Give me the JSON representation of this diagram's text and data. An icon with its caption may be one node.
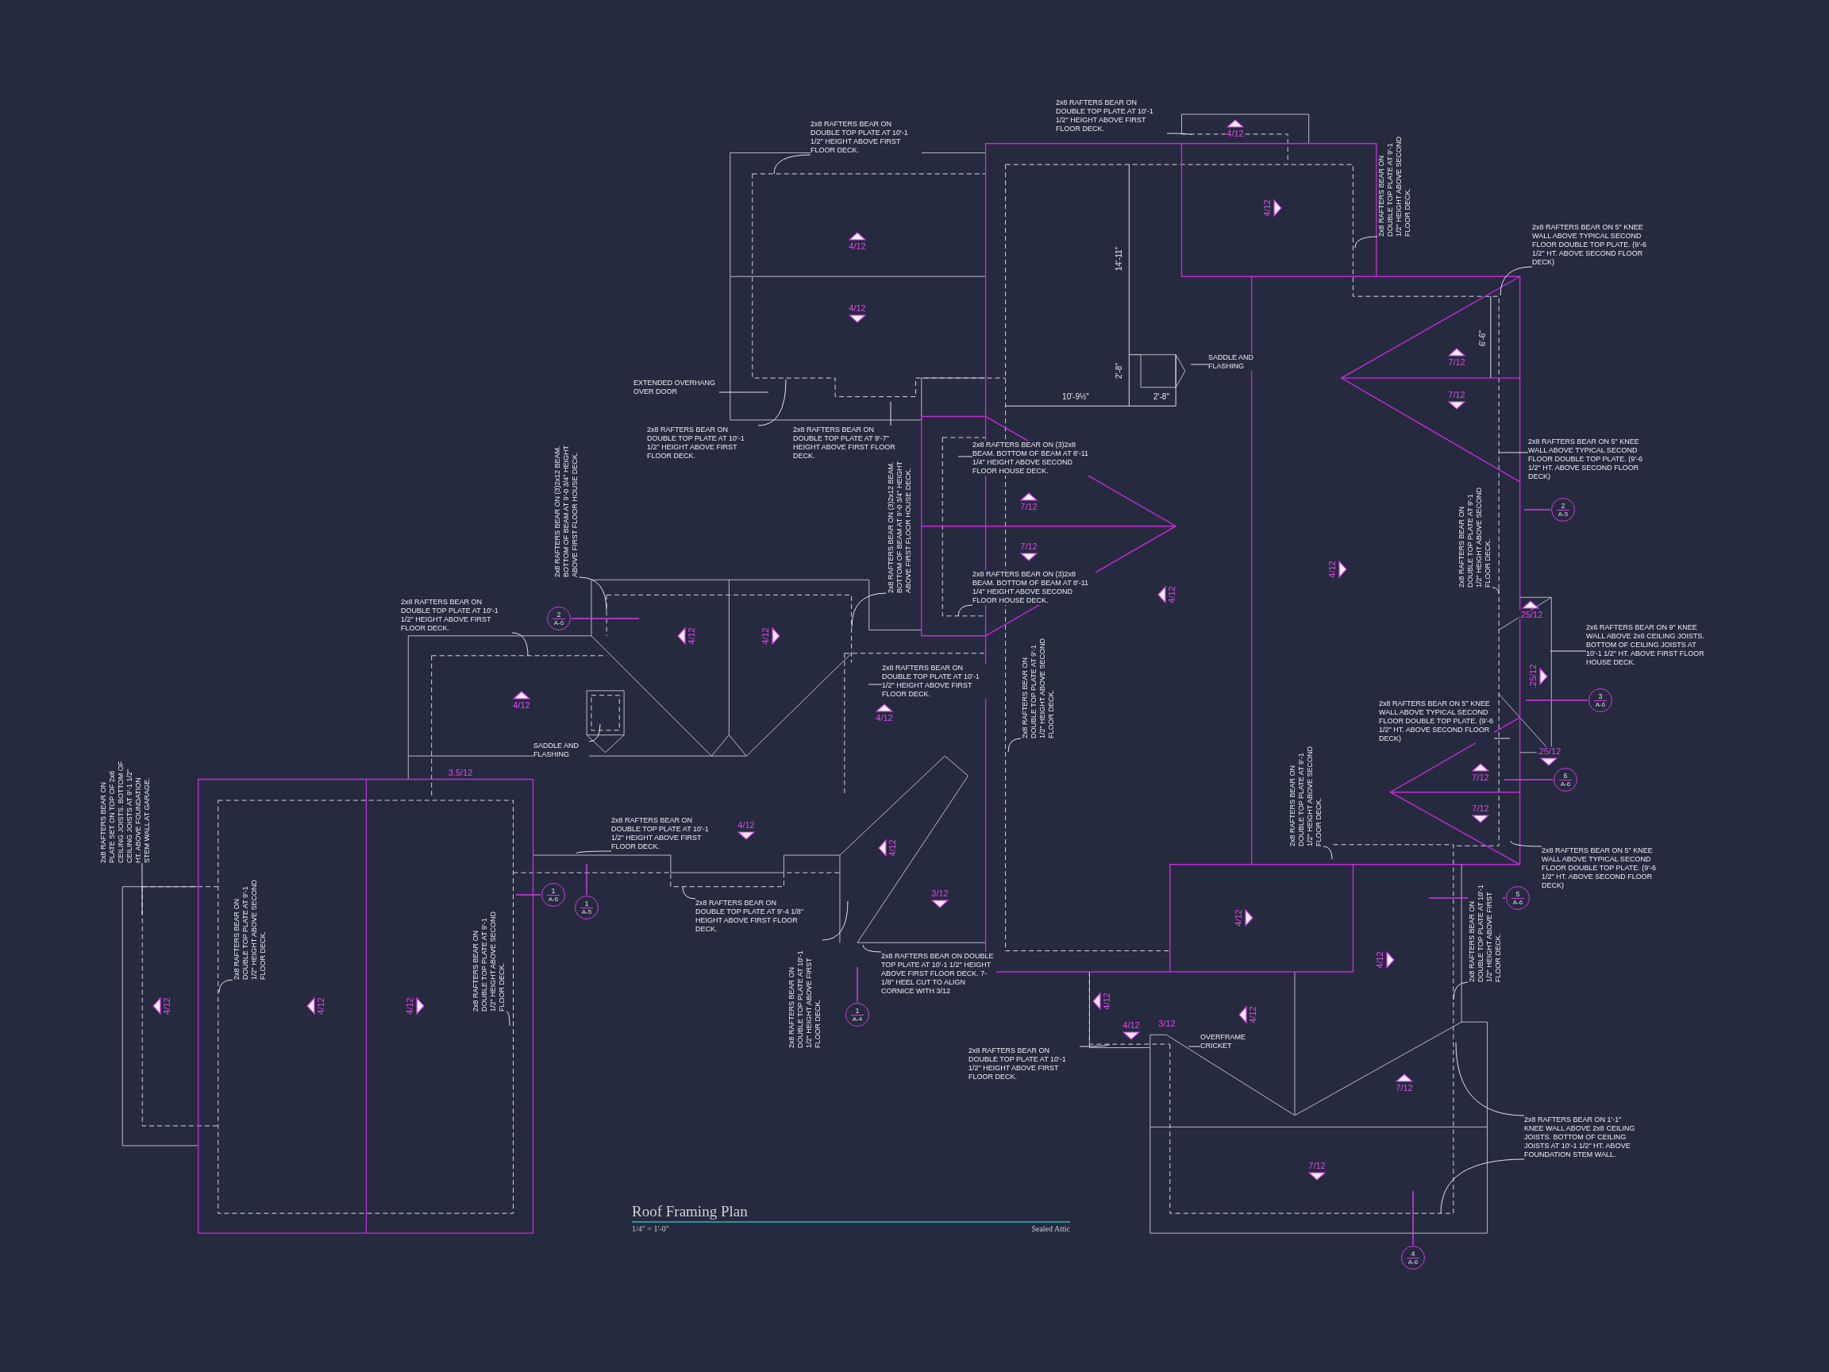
{
  "diagram": {
    "title": "Roof Framing Plan",
    "nodes": [
      {
        "text": [
          "2x8 RAFTERS BEAR ON DOUBLE TOP PLATE AT 10'-1 1/2\" HEIGHT ABOVE FIRST FLOOR DECK."
        ]
      },
      {
        "text": [
          "2x8 RAFTERS BEAR ON DOUBLE TOP PLATE AT 10'-1 1/2\" HEIGHT ABOVE FIRST FLOOR DECK."
        ]
      },
      {
        "text": [
          "2x8 RAFTERS BEAR ON DOUBLE TOP PLATE AT 9'-1 1/2\" HEIGHT ABOVE SECOND FLOOR DECK."
        ]
      },
      {
        "text": [
          "2x8 RAFTERS BEAR ON 5\" KNEE WALL ABOVE TYPICAL SECOND FLOOR DOUBLE TOP PLATE. (9'-6 1/2\" HT. ABOVE SECOND FLOOR DECK)"
        ]
      },
      {
        "text": [
          "SADDLE AND FLASHING"
        ]
      },
      {
        "text": [
          "EXTENDED OVERHANG OVER DOOR"
        ]
      },
      {
        "text": [
          "2x8 RAFTERS BEAR ON DOUBLE TOP PLATE AT 10'-1 1/2\" HEIGHT ABOVE FIRST FLOOR DECK."
        ]
      },
      {
        "text": [
          "2x8 RAFTERS BEAR ON DOUBLE TOP PLATE AT 9'-7\" HEIGHT ABOVE FIRST FLOOR DECK."
        ]
      },
      {
        "text": [
          "2x8 RAFTERS BEAR ON (3)2x8 BEAM. BOTTOM OF BEAM AT 8'-11 1/4\" HEIGHT ABOVE SECOND FLOOR HOUSE DECK."
        ]
      },
      {
        "text": [
          "2x8 RAFTERS BEAR ON (3)2x8 BEAM. BOTTOM OF BEAM AT 8'-11 1/4\" HEIGHT ABOVE SECOND FLOOR HOUSE DECK."
        ]
      },
      {
        "text": [
          "2x8 RAFTERS BEAR ON (3)2x12 BEAM. BOTTOM OF BEAM AT 9'-0 3/4\" HEIGHT ABOVE FIRST FLOOR HOUSE DECK."
        ]
      },
      {
        "text": [
          "2x8 RAFTERS BEAR ON (3)2x12 BEAM. BOTTOM OF BEAM AT 9'-0 3/4\" HEIGHT ABOVE FIRST FLOOR HOUSE DECK."
        ]
      },
      {
        "text": [
          "2x8 RAFTERS BEAR ON DOUBLE TOP PLATE AT 10'-1 1/2\" HEIGHT ABOVE FIRST FLOOR DECK."
        ]
      },
      {
        "text": [
          "2x8 RAFTERS BEAR ON DOUBLE TOP PLATE AT 10'-1 1/2\" HEIGHT ABOVE FIRST FLOOR DECK."
        ]
      },
      {
        "text": [
          "SADDLE AND FLASHING"
        ]
      },
      {
        "text": [
          "2x8 RAFTERS BEAR ON PLATE SET ON TOP OF 2x6 CEILING JOISTS. BOTTOM OF CEILING JOISTS AT 9'-1 1/2\" HT. ABOVE FOUNDATION STEM WALL AT GARAGE."
        ]
      },
      {
        "text": [
          "2x8 RAFTERS BEAR ON DOUBLE TOP PLATE AT 9'-1 1/2\" HEIGHT ABOVE SECOND FLOOR DECK."
        ]
      },
      {
        "text": [
          "2x8 RAFTERS BEAR ON DOUBLE TOP PLATE AT 9'-1 1/2\" HEIGHT ABOVE SECOND FLOOR DECK."
        ]
      },
      {
        "text": [
          "2x8 RAFTERS BEAR ON DOUBLE TOP PLATE AT 10'-1 1/2\" HEIGHT ABOVE FIRST FLOOR DECK."
        ]
      },
      {
        "text": [
          "2x8 RAFTERS BEAR ON DOUBLE TOP PLATE AT 9'-4 1/8\" HEIGHT ABOVE FIRST FLOOR DECK."
        ]
      },
      {
        "text": [
          "2x8 RAFTERS BEAR ON DOUBLE TOP PLATE AT 10'-1 1/2\" HEIGHT ABOVE FIRST FLOOR DECK."
        ]
      },
      {
        "text": [
          "2x8 RAFTERS BEAR ON DOUBLE TOP PLATE AT 10'-1 1/2\" HEIGHT ABOVE FIRST FLOOR DECK. 7-1/8\" HEEL CUT TO ALIGN CORNICE WITH 3/12"
        ]
      },
      {
        "text": [
          "2x8 RAFTERS BEAR ON DOUBLE TOP PLATE AT 9'-1 1/2\" HEIGHT ABOVE SECOND FLOOR DECK."
        ]
      },
      {
        "text": [
          "2x8 RAFTERS BEAR ON 5\" KNEE WALL ABOVE TYPICAL SECOND FLOOR DOUBLE TOP PLATE. (9'-6 1/2\" HT. ABOVE SECOND FLOOR DECK)"
        ]
      },
      {
        "text": [
          "2x8 RAFTERS BEAR ON DOUBLE TOP PLATE AT 9'-1 1/2\" HEIGHT ABOVE SECOND FLOOR DECK."
        ]
      },
      {
        "text": [
          "2x6 RAFTERS BEAR ON 9\" KNEE WALL ABOVE 2x6 CEILING JOISTS. BOTTOM OF CEILING JOISTS AT 10'-1 1/2\" HT. ABOVE FIRST FLOOR HOUSE DECK."
        ]
      },
      {
        "text": [
          "2x8 RAFTERS BEAR ON 5\" KNEE WALL ABOVE TYPICAL SECOND FLOOR DOUBLE TOP PLATE. (9'-6 1/2\" HT. ABOVE SECOND FLOOR DECK)"
        ]
      },
      {
        "text": [
          "2x8 RAFTERS BEAR ON DOUBLE TOP PLATE AT 9'-1 1/2\" HEIGHT ABOVE SECOND FLOOR DECK."
        ]
      },
      {
        "text": [
          "2x8 RAFTERS BEAR ON 5\" KNEE WALL ABOVE TYPICAL SECOND FLOOR DOUBLE TOP PLATE. (9'-6 1/2\" HT. ABOVE SECOND FLOOR DECK)"
        ]
      },
      {
        "text": [
          "2x8 RAFTERS BEAR ON DOUBLE TOP PLATE AT 10'-1 1/2\" HEIGHT ABOVE FIRST FLOOR DECK."
        ]
      },
      {
        "text": [
          "2x8 RAFTERS BEAR ON DOUBLE TOP PLATE AT 10'-1 1/2\" HEIGHT ABOVE FIRST FLOOR DECK."
        ]
      },
      {
        "text": [
          "OVERFRAME CRICKET"
        ]
      },
      {
        "text": [
          "2x8 RAFTERS BEAR ON 1'-1\" KNEE WALL ABOVE 2x8 CEILING JOISTS. BOTTOM OF CEILING JOISTS AT 10'-1 1/2\" HT. ABOVE FOUNDATION STEM WALL."
        ]
      },
      {
        "text": [
          "2",
          "A-6"
        ]
      },
      {
        "text": [
          "2",
          "A-5"
        ]
      },
      {
        "text": [
          "3",
          "A-6"
        ]
      },
      {
        "text": [
          "6",
          "A-6"
        ]
      },
      {
        "text": [
          "1",
          "A-6"
        ]
      },
      {
        "text": [
          "1",
          "A-5"
        ]
      },
      {
        "text": [
          "5",
          "A-6"
        ]
      },
      {
        "text": [
          "1",
          "A-4"
        ]
      },
      {
        "text": [
          "4",
          "A-6"
        ]
      }
    ],
    "edges": [
      {
        "from": 0,
        "to": null,
        "arrow": "none"
      },
      {
        "from": 1,
        "to": null,
        "arrow": "none"
      },
      {
        "from": 2,
        "to": null,
        "arrow": "none"
      },
      {
        "from": 3,
        "to": null,
        "arrow": "none"
      },
      {
        "from": 4,
        "to": null,
        "arrow": "none"
      },
      {
        "from": 5,
        "to": null,
        "arrow": "none"
      },
      {
        "from": 6,
        "to": null,
        "arrow": "none"
      },
      {
        "from": 7,
        "to": null,
        "arrow": "none"
      },
      {
        "from": 8,
        "to": null,
        "arrow": "none"
      },
      {
        "from": 9,
        "to": null,
        "arrow": "none"
      },
      {
        "from": 10,
        "to": null,
        "arrow": "none"
      },
      {
        "from": 11,
        "to": null,
        "arrow": "none"
      },
      {
        "from": 12,
        "to": null,
        "arrow": "none"
      },
      {
        "from": 13,
        "to": null,
        "arrow": "none"
      },
      {
        "from": 14,
        "to": null,
        "arrow": "none"
      },
      {
        "from": 15,
        "to": null,
        "arrow": "none"
      },
      {
        "from": 16,
        "to": null,
        "arrow": "none"
      },
      {
        "from": 17,
        "to": null,
        "arrow": "none"
      },
      {
        "from": 18,
        "to": null,
        "arrow": "none"
      },
      {
        "from": 19,
        "to": null,
        "arrow": "none"
      },
      {
        "from": 20,
        "to": null,
        "arrow": "none"
      },
      {
        "from": 21,
        "to": null,
        "arrow": "none"
      },
      {
        "from": 22,
        "to": null,
        "arrow": "none"
      },
      {
        "from": 23,
        "to": null,
        "arrow": "none"
      },
      {
        "from": 24,
        "to": null,
        "arrow": "none"
      },
      {
        "from": 25,
        "to": null,
        "arrow": "none"
      },
      {
        "from": 26,
        "to": null,
        "arrow": "none"
      },
      {
        "from": 27,
        "to": null,
        "arrow": "none"
      },
      {
        "from": 28,
        "to": null,
        "arrow": "none"
      },
      {
        "from": 29,
        "to": null,
        "arrow": "none"
      },
      {
        "from": 30,
        "to": null,
        "arrow": "none"
      },
      {
        "from": 31,
        "to": null,
        "arrow": "none"
      },
      {
        "from": 32,
        "to": null,
        "arrow": "none"
      },
      {
        "from": 32,
        "to": null,
        "arrow": "none"
      }
    ],
    "labels": [
      "14'-11\"",
      "2'-8\"",
      "10'-9½\"",
      "2'-8\"",
      "6'-6\"",
      "4/12",
      "4/12",
      "4/12",
      "4/12",
      "7/12",
      "7/12",
      "7/12",
      "7/12",
      "4/12",
      "4/12",
      "4/12",
      "4/12",
      "4/12",
      "4/12",
      ".25/12",
      ".25/12",
      ".25/12",
      "7/12",
      "7/12",
      "3.5/12",
      "4/12",
      "4/12",
      "3/12",
      "4/12",
      "4/12",
      "4/12",
      "4/12",
      "4/12",
      "4/12",
      "4/12",
      "4/12",
      "3/12",
      "7/12",
      "7/12",
      "1/4\" = 1'-0\"",
      "Sealed Attic"
    ]
  }
}
